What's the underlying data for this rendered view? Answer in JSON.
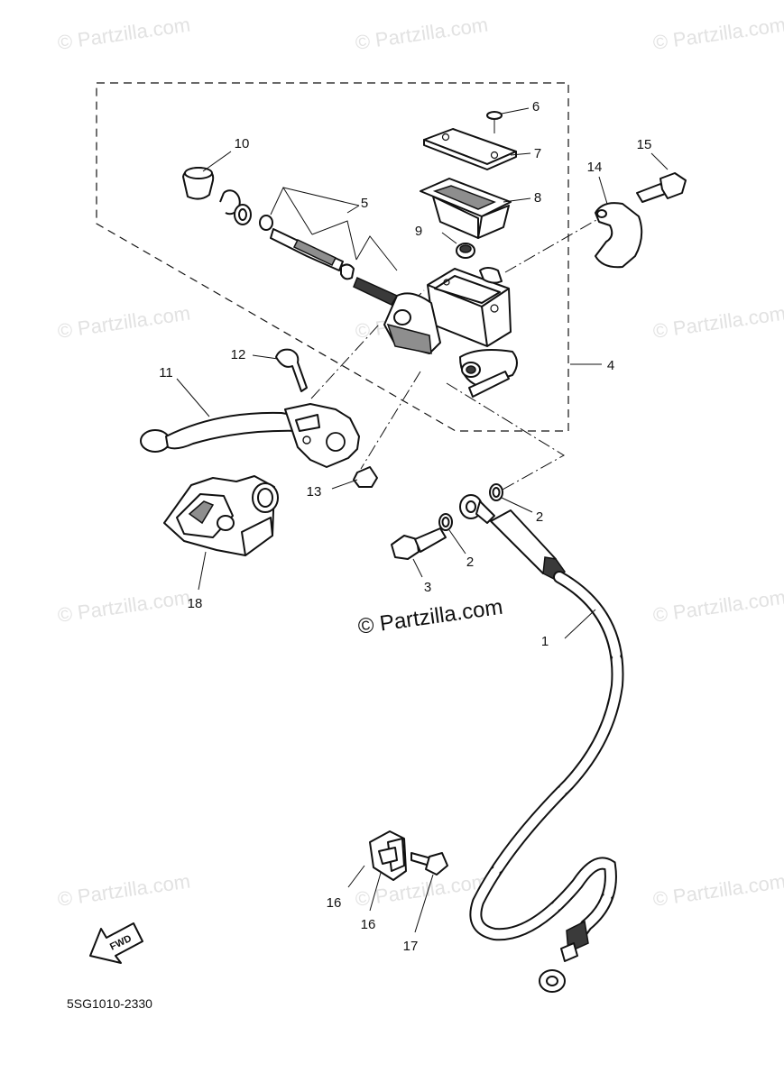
{
  "watermark_text": "© Partzilla.com",
  "center_watermark": "© Partzilla.com",
  "diagram_code": "5SG1010-2330",
  "fwd_label": "FWD",
  "callouts": [
    "1",
    "2",
    "2",
    "3",
    "4",
    "5",
    "6",
    "7",
    "8",
    "9",
    "10",
    "11",
    "12",
    "13",
    "14",
    "15",
    "16",
    "16",
    "17",
    "18"
  ],
  "colors": {
    "line": "#111111",
    "watermark": "#e2e2e2",
    "shading": "#8e8e8e"
  }
}
